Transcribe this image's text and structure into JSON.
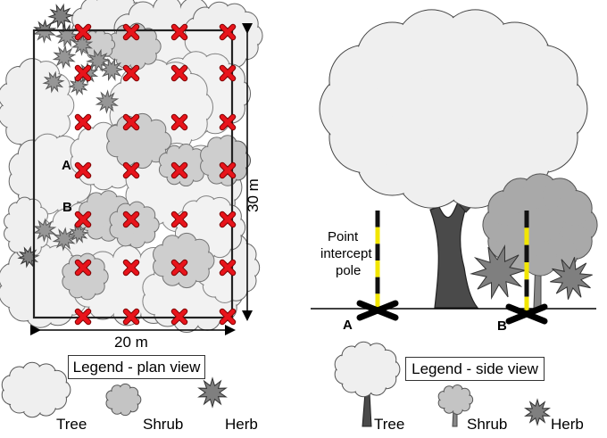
{
  "plan_view": {
    "point_a": "A",
    "point_b": "B",
    "width_label": "20 m",
    "height_label": "30 m",
    "legend_title": "Legend - plan view",
    "legend_items": {
      "tree": "Tree",
      "shrub": "Shrub",
      "herb": "Herb"
    }
  },
  "side_view": {
    "pole_label_1": "Point",
    "pole_label_2": "intercept",
    "pole_label_3": "pole",
    "point_a": "A",
    "point_b": "B",
    "legend_title": "Legend - side view",
    "legend_items": {
      "tree": "Tree",
      "shrub": "Shrub",
      "herb": "Herb"
    }
  },
  "colors": {
    "tree": "#efefef",
    "shrub": "#c4c4c4",
    "shrub_dark": "#a9a9a9",
    "herb": "#7f7f7f",
    "cross": "#e8141b",
    "trunk": "#4a4a4a",
    "pole_yellow": "#f2e600"
  }
}
